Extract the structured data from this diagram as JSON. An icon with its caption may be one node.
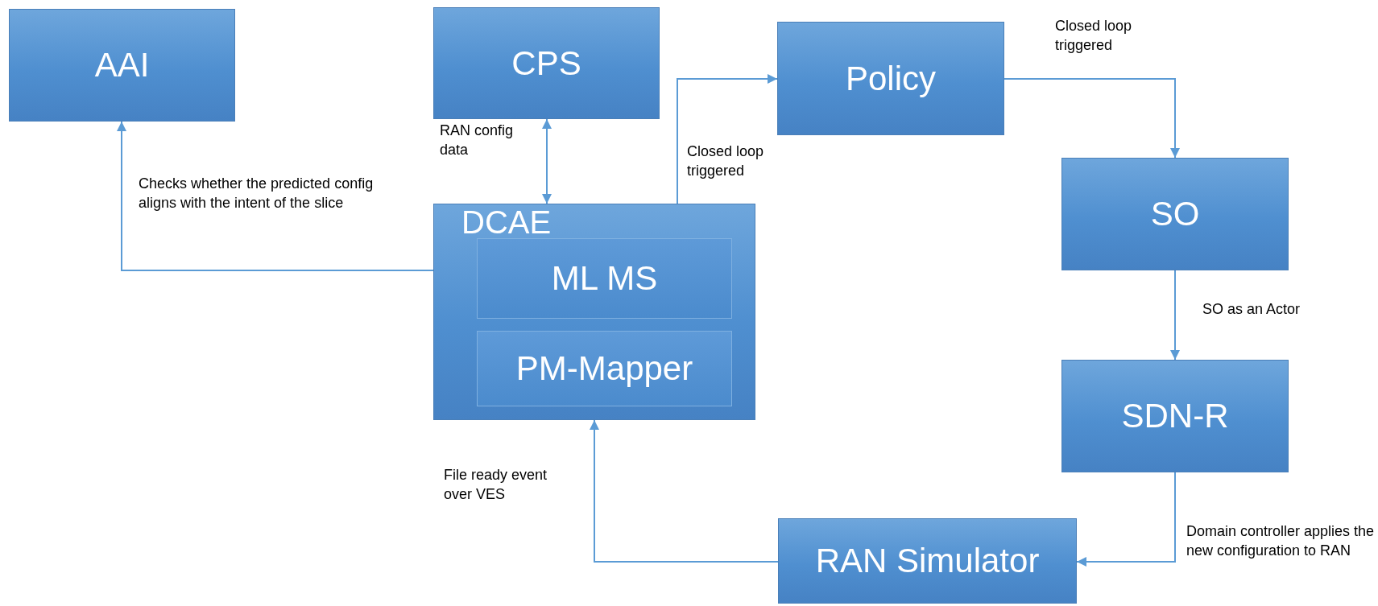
{
  "diagram": {
    "nodes": [
      {
        "text": [
          "AAI"
        ]
      },
      {
        "text": [
          "CPS"
        ]
      },
      {
        "text": [
          "Policy"
        ]
      },
      {
        "text": [
          "SO"
        ]
      },
      {
        "text": [
          "DCAE"
        ]
      },
      {
        "text": [
          "ML MS"
        ],
        "in": 4
      },
      {
        "text": [
          "PM-Mapper"
        ],
        "in": 4
      },
      {
        "text": [
          "SDN-R"
        ]
      },
      {
        "text": [
          "RAN Simulator"
        ]
      }
    ],
    "edges": [
      {
        "from": 4,
        "to": 0,
        "arrow": "to",
        "label": "Checks whether the predicted config aligns with the intent of the slice"
      },
      {
        "from": 1,
        "to": 4,
        "arrow": "both",
        "label": "RAN config data"
      },
      {
        "from": 4,
        "to": 2,
        "arrow": "to",
        "label": "Closed loop triggered"
      },
      {
        "from": 2,
        "to": 3,
        "arrow": "to",
        "label": "Closed loop triggered"
      },
      {
        "from": 3,
        "to": 7,
        "arrow": "to",
        "label": "SO as an Actor"
      },
      {
        "from": 7,
        "to": 8,
        "arrow": "to",
        "label": "Domain controller applies the new configuration to RAN"
      },
      {
        "from": 8,
        "to": 4,
        "arrow": "to",
        "label": "File ready event over VES"
      }
    ]
  }
}
